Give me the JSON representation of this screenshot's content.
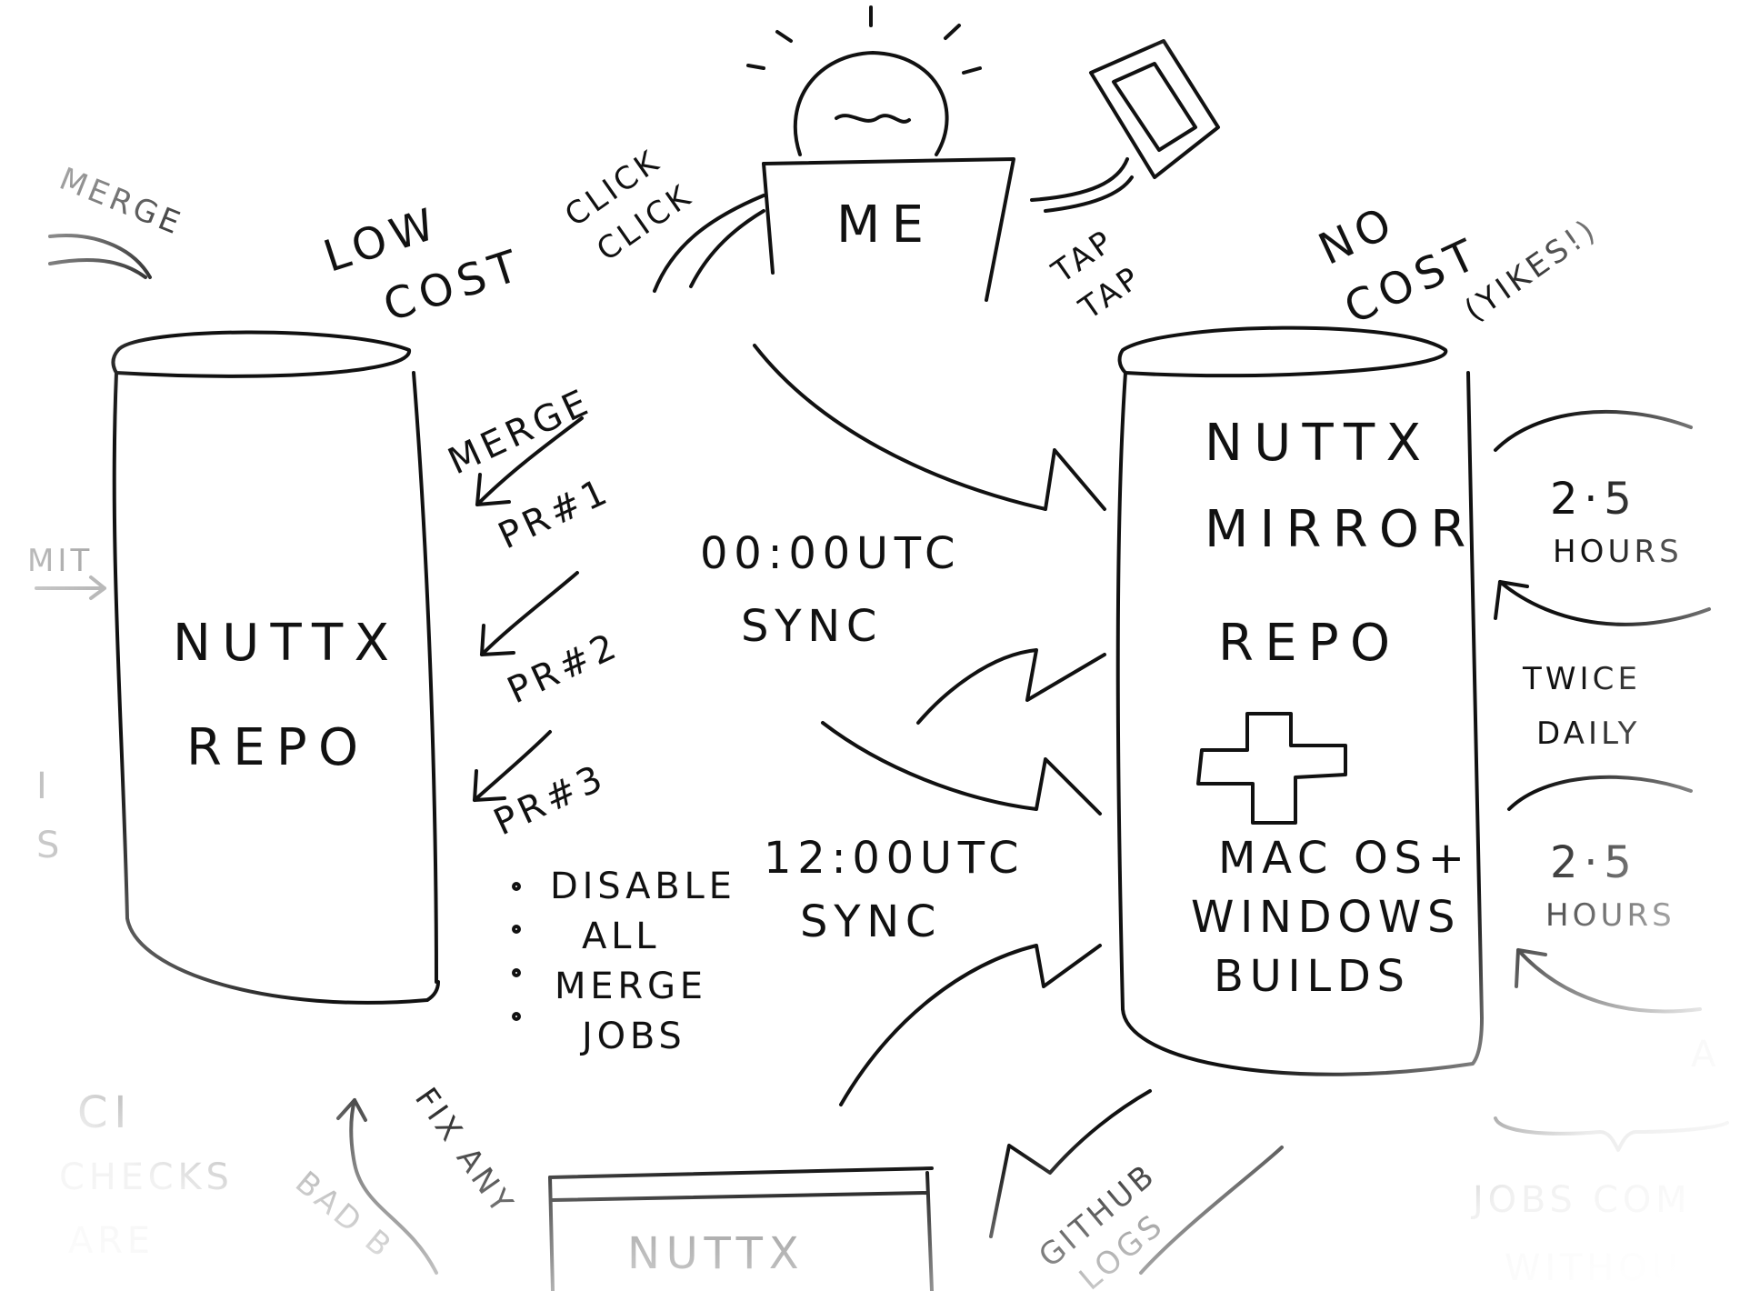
{
  "labels": {
    "merge_top": "MERGE",
    "low": "LOW",
    "cost": "COST",
    "click1": "CLICK",
    "click2": "CLICK",
    "me": "ME",
    "tap1": "TAP",
    "tap2": "TAP",
    "no": "NO",
    "cost_right": "COST",
    "yikes": "(YIKES!)",
    "nuttx_repo_1": "NUTTX",
    "nuttx_repo_2": "REPO",
    "mirror_1": "NUTTX",
    "mirror_2": "MIRROR",
    "mirror_3": "REPO",
    "mirror_4": "MAC OS+",
    "mirror_5": "WINDOWS",
    "mirror_6": "BUILDS",
    "merge_side": "MERGE",
    "pr1": "PR#1",
    "pr2": "PR#2",
    "pr3": "PR#3",
    "disable": "DISABLE",
    "all": "ALL",
    "merge_jobs": "MERGE",
    "jobs": "JOBS",
    "sync_time_1": "00:00UTC",
    "sync_1": "SYNC",
    "sync_time_2": "12:00UTC",
    "sync_2": "SYNC",
    "hours_1_val": "2·5",
    "hours_1": "HOURS",
    "twice": "TWICE",
    "daily": "DAILY",
    "hours_2_val": "2·5",
    "hours_2": "HOURS",
    "ci": "CI",
    "checks": "CHECKS",
    "are": "ARE",
    "fix_any": "FIX ANY",
    "bad_b": "BAD B",
    "nuttx_bottom": "NUTTX",
    "github": "GITHUB",
    "logs": "LOGS",
    "jobs_com": "JOBS COM",
    "withou": "WITHOU",
    "edge_mit": "MIT",
    "edge_i": "I",
    "edge_s": "S",
    "edge_a": "A"
  }
}
